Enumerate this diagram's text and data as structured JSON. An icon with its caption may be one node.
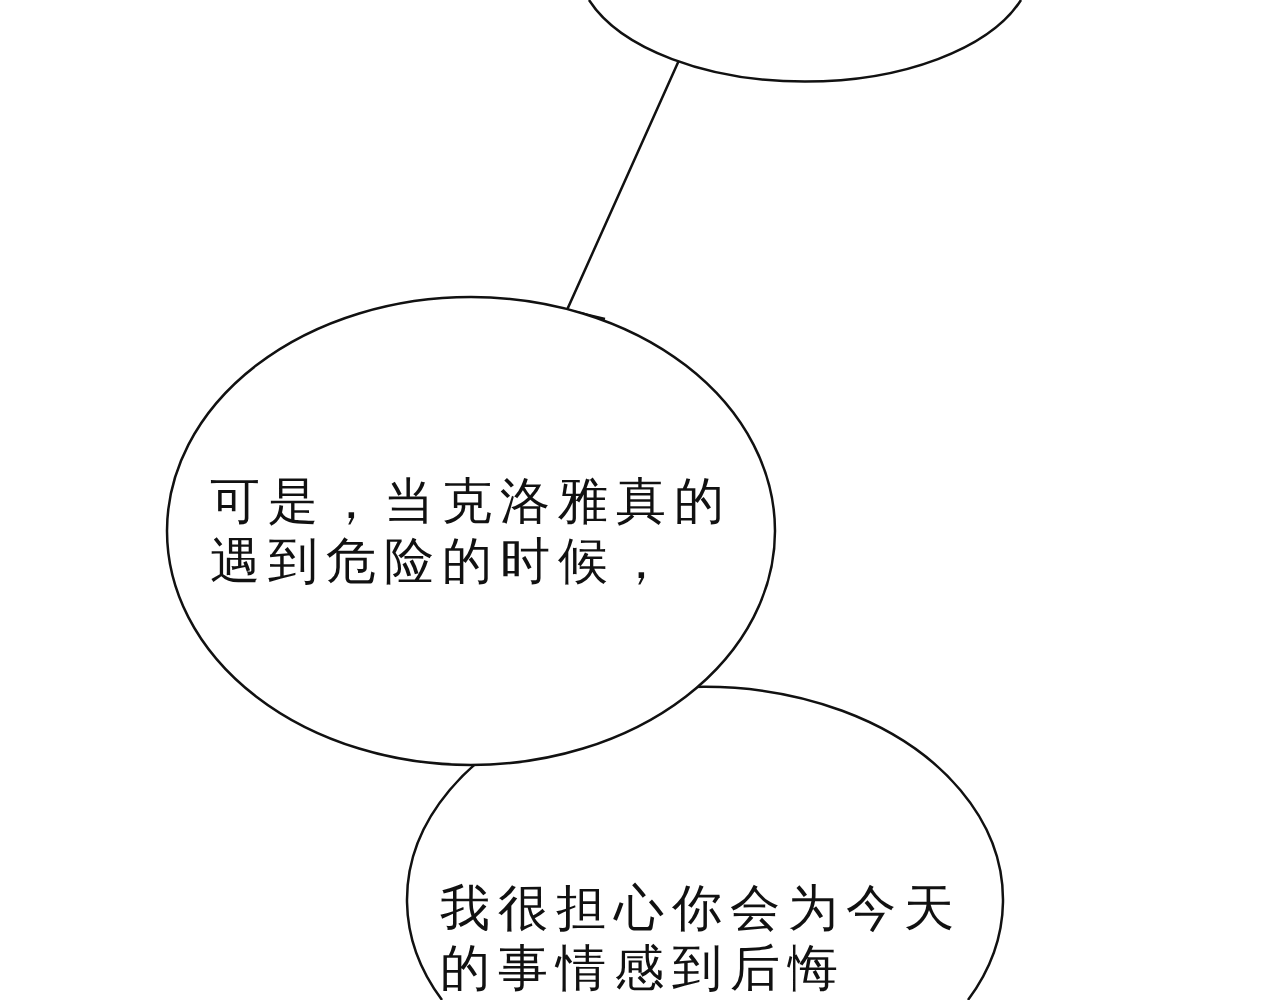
{
  "diagram": {
    "nodes": [
      {
        "text": [],
        "shape": "circle"
      },
      {
        "text": [
          "可是，当克洛雅真的遇到危险的时候，"
        ]
      },
      {
        "text": [
          "我很担心你会为今天的事情感到后悔"
        ]
      }
    ],
    "edges": [
      {
        "from": 0,
        "to": 1,
        "arrow": "none"
      }
    ]
  }
}
